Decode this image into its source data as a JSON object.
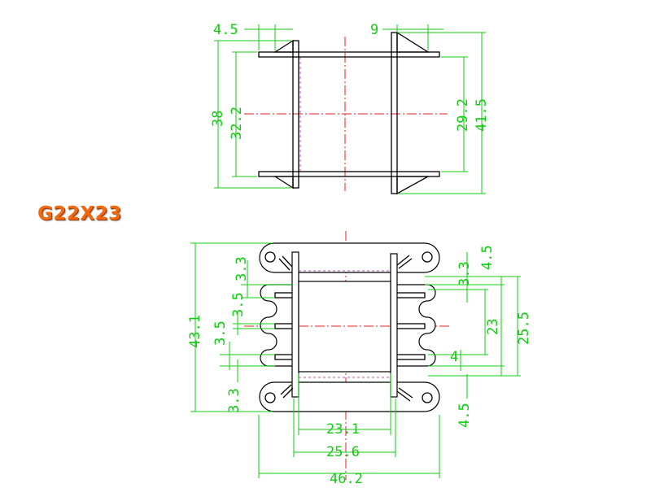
{
  "part_label": "G22X23",
  "colors": {
    "outline": "#000000",
    "dimension": "#11cc11",
    "centerline": "#e02020",
    "hidden": "#d040d0",
    "label": "#f26a0f"
  },
  "top_view": {
    "dims": {
      "d_4_5": "4.5",
      "d_9": "9",
      "d_38": "38",
      "d_32_2": "32.2",
      "d_29_2": "29.2",
      "d_41_5": "41.5"
    }
  },
  "front_view": {
    "dims": {
      "d_43_1": "43.1",
      "d_3_3_a": "3.3",
      "d_3_5_a": "3.5",
      "d_3_5_b": "3.5",
      "d_3_3_b": "3.3",
      "d_3_3_c": "3.3",
      "d_4_5_a": "4.5",
      "d_23": "23",
      "d_25_5": "25.5",
      "d_4": "4",
      "d_4_5_b": "4.5",
      "d_23_1": "23.1",
      "d_25_6": "25.6",
      "d_46_2": "46.2"
    }
  }
}
